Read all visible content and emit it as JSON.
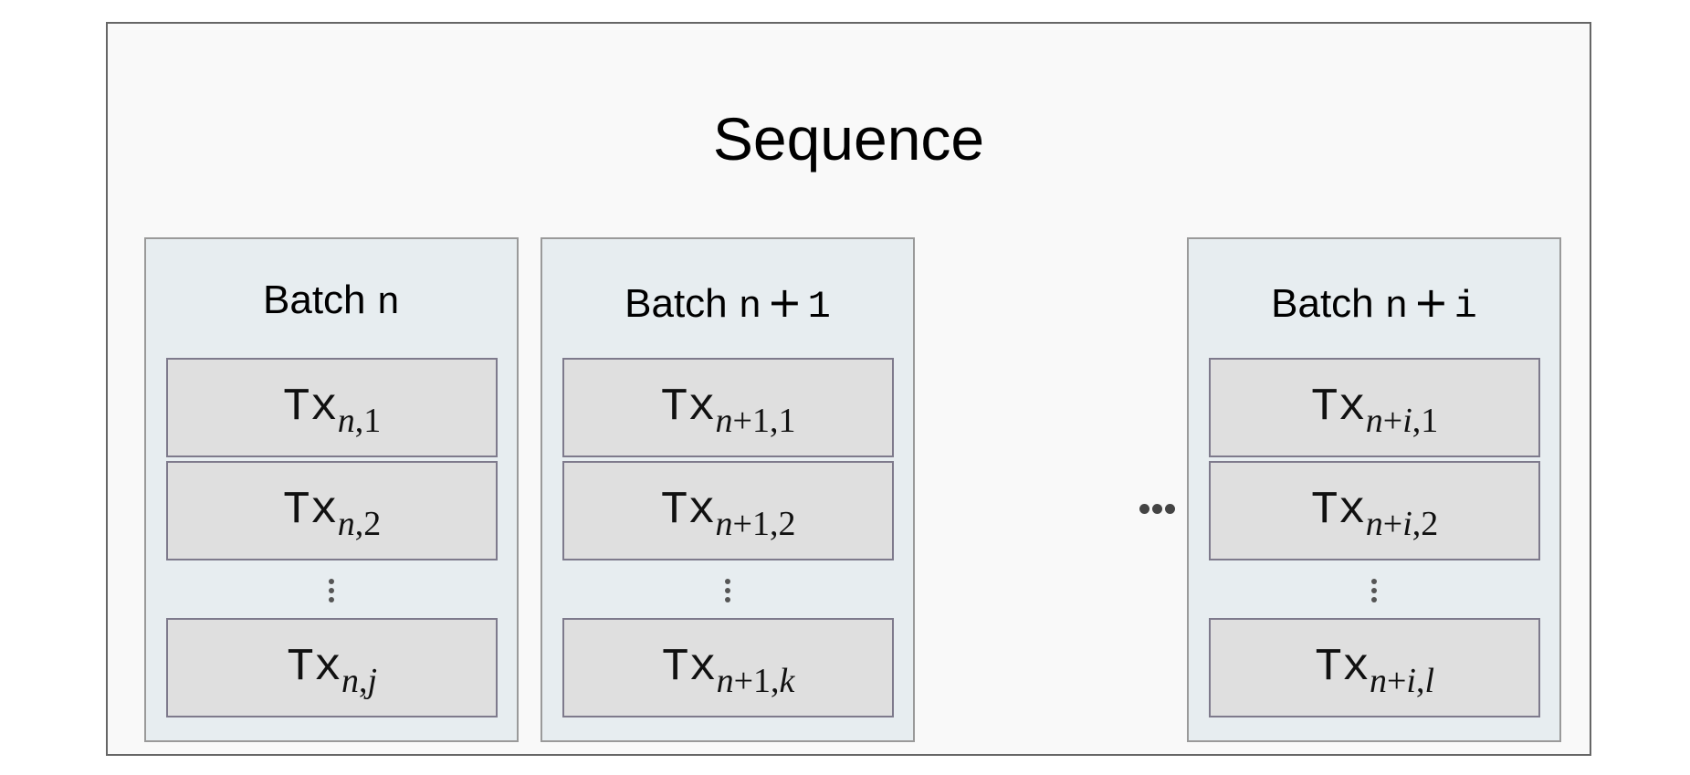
{
  "sequence": {
    "title": "Sequence"
  },
  "batches": [
    {
      "label": "Batch",
      "var": "n",
      "op": "",
      "var2": "",
      "txs": [
        {
          "main": "Tx",
          "sub": [
            "n",
            ",1"
          ]
        },
        {
          "main": "Tx",
          "sub": [
            "n",
            ",2"
          ]
        },
        {
          "main": "Tx",
          "sub": [
            "n",
            ",",
            "j"
          ]
        }
      ]
    },
    {
      "label": "Batch",
      "var": "n",
      "op": "+",
      "var2": "1",
      "txs": [
        {
          "main": "Tx",
          "sub": [
            "n",
            "+1,1"
          ]
        },
        {
          "main": "Tx",
          "sub": [
            "n",
            "+1,2"
          ]
        },
        {
          "main": "Tx",
          "sub": [
            "n",
            "+1,",
            "k"
          ]
        }
      ]
    },
    {
      "label": "Batch",
      "var": "n",
      "op": "+",
      "var2": "i",
      "txs": [
        {
          "main": "Tx",
          "sub": [
            "n",
            "+",
            "i",
            ",1"
          ]
        },
        {
          "main": "Tx",
          "sub": [
            "n",
            "+",
            "i",
            ",2"
          ]
        },
        {
          "main": "Tx",
          "sub": [
            "n",
            "+",
            "i",
            ",",
            "l"
          ]
        }
      ]
    }
  ]
}
